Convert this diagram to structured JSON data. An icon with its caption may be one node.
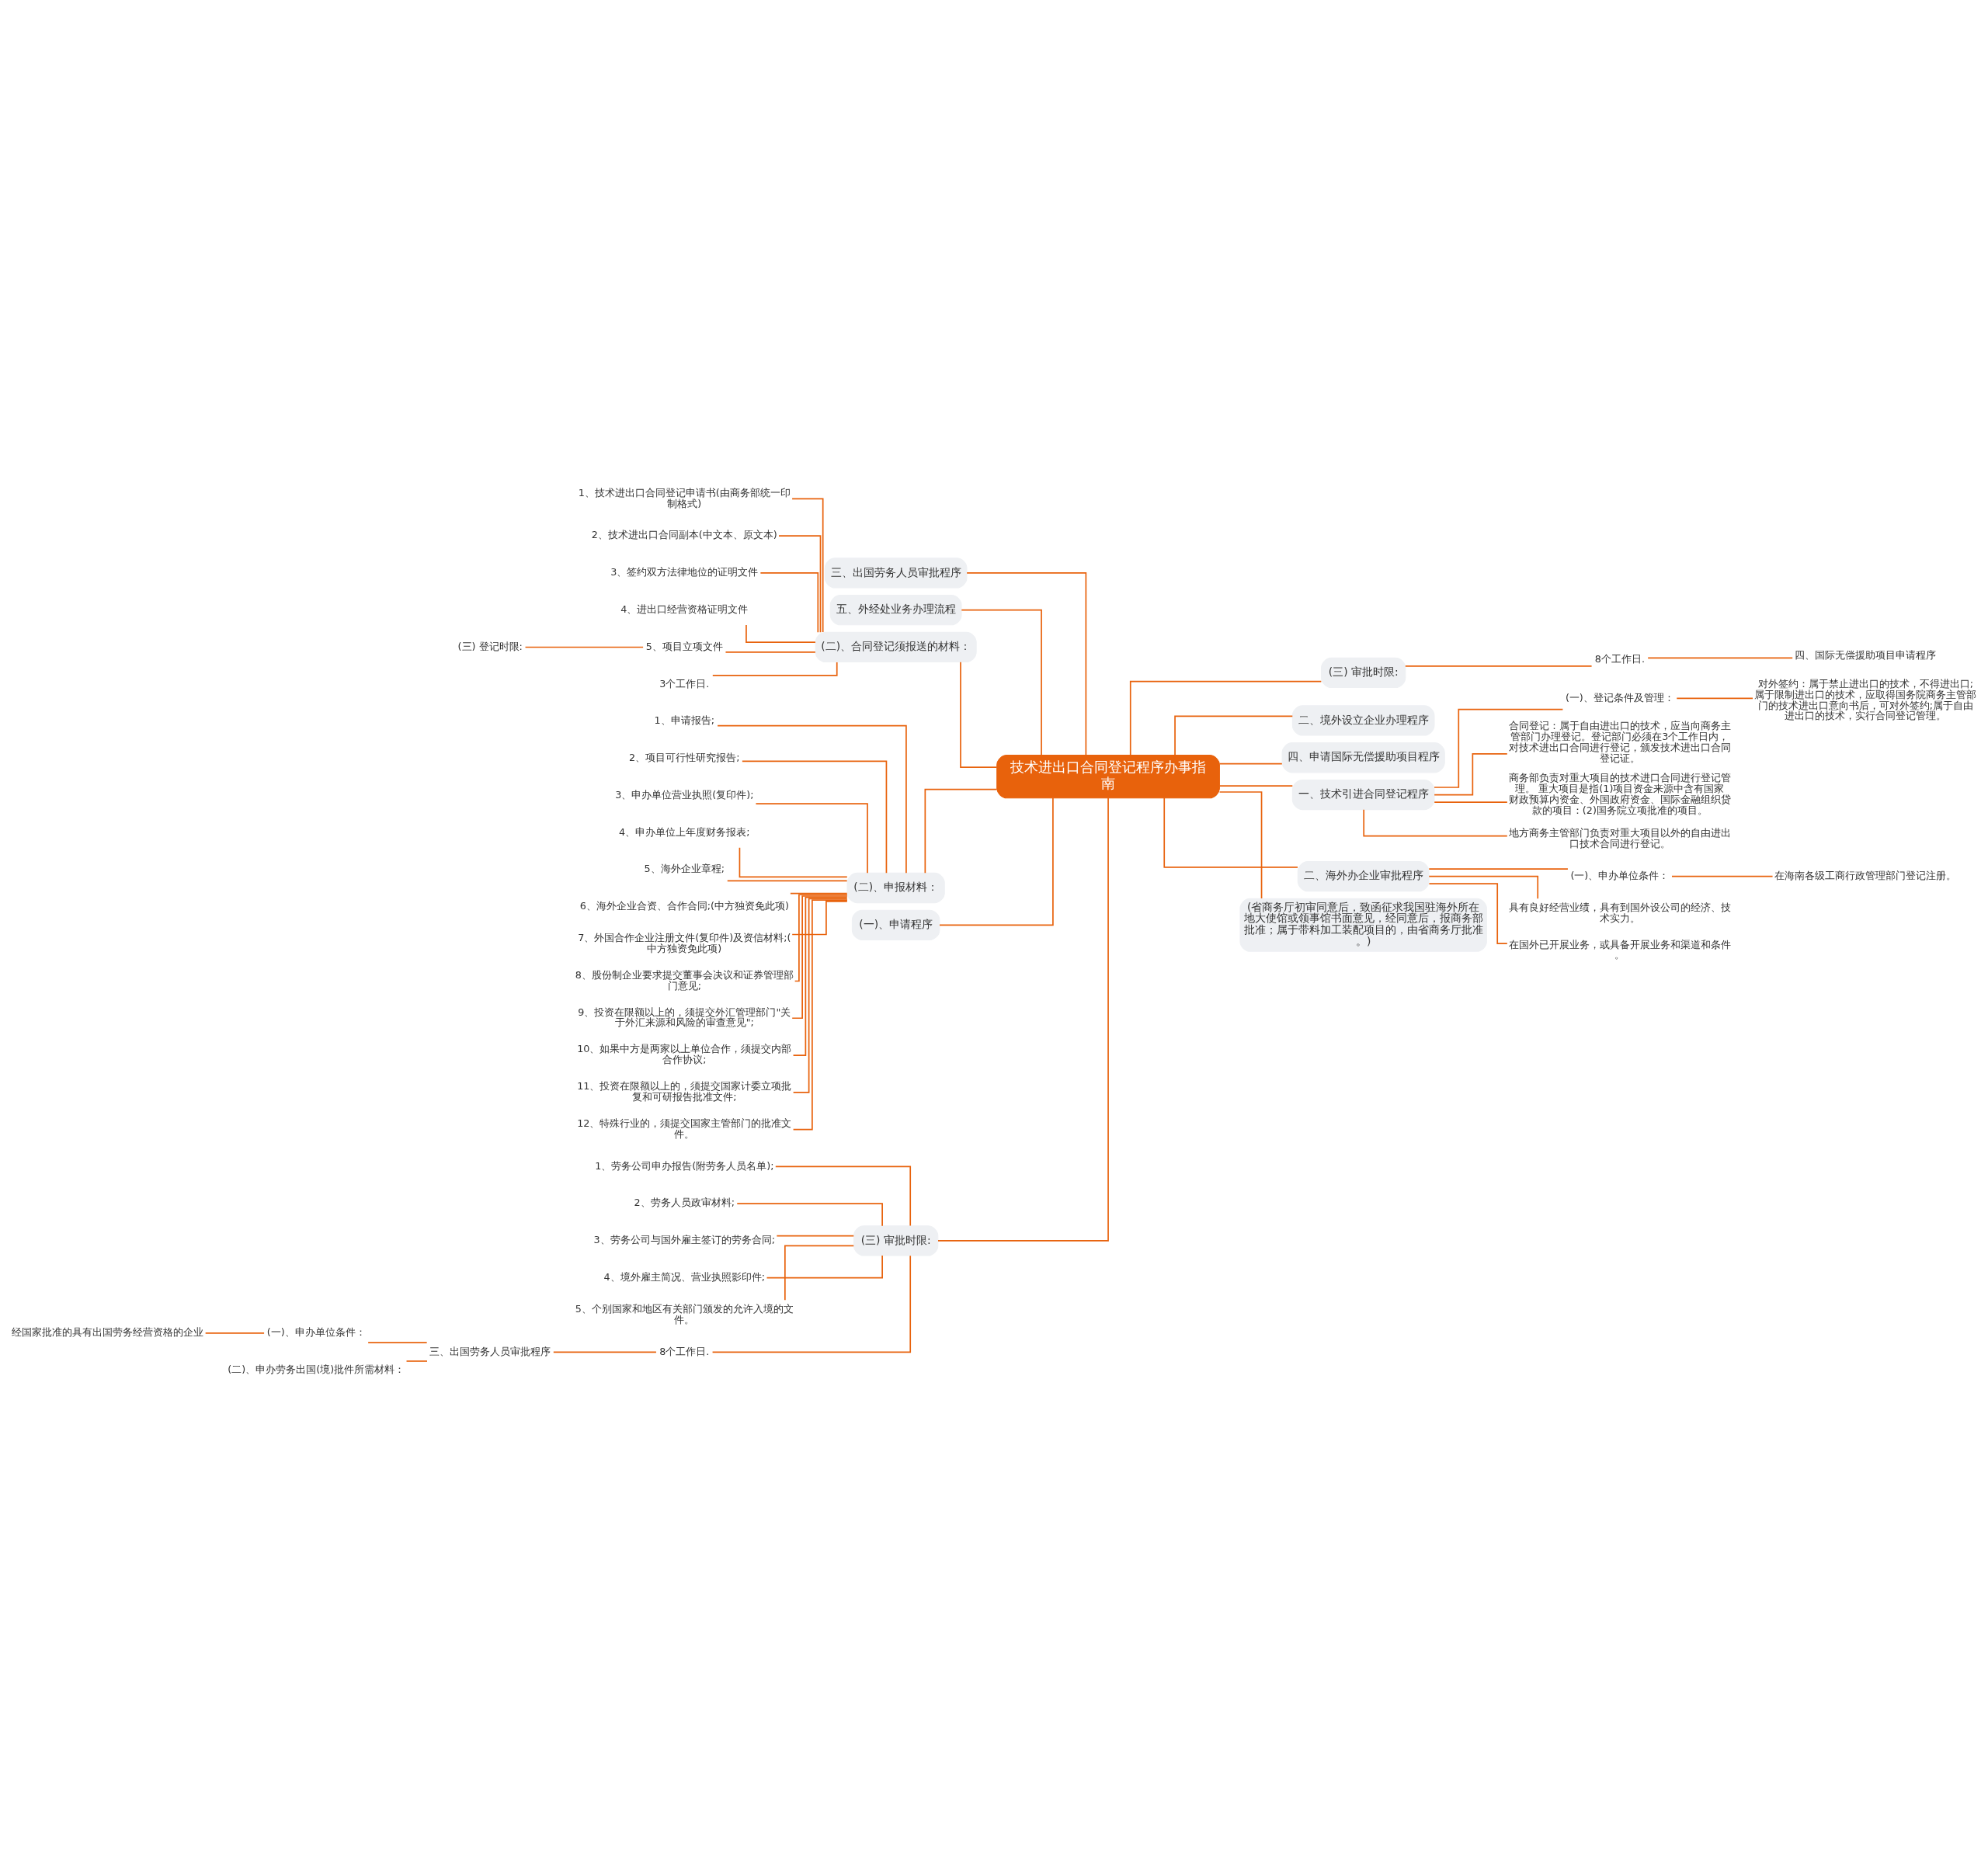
{
  "diagram": {
    "nodes": [
      {
        "text": [
          "技术进出口合同登记程序办事指南"
        ]
      },
      {
        "text": [
          "三、出国劳务人员审批程序"
        ]
      },
      {
        "text": [
          "五、外经处业务办理流程"
        ]
      },
      {
        "text": [
          "(二)、合同登记须报送的材料："
        ]
      },
      {
        "text": [
          "1、技术进出口合同登记申请书(由商务部统一印制格式)"
        ]
      },
      {
        "text": [
          "2、技术进出口合同副本(中文本、原文本)"
        ]
      },
      {
        "text": [
          "3、签约双方法律地位的证明文件"
        ]
      },
      {
        "text": [
          "4、进出口经营资格证明文件"
        ]
      },
      {
        "text": [
          "5、项目立项文件"
        ]
      },
      {
        "text": [
          "(三) 登记时限:"
        ]
      },
      {
        "text": [
          "3个工作日."
        ]
      },
      {
        "text": [
          "(二)、申报材料："
        ]
      },
      {
        "text": [
          "1、申请报告;"
        ]
      },
      {
        "text": [
          "2、项目可行性研究报告;"
        ]
      },
      {
        "text": [
          "3、申办单位营业执照(复印件);"
        ]
      },
      {
        "text": [
          "4、申办单位上年度财务报表;"
        ]
      },
      {
        "text": [
          "5、海外企业章程;"
        ]
      },
      {
        "text": [
          "6、海外企业合资、合作合同;(中方独资免此项)"
        ]
      },
      {
        "text": [
          "7、外国合作企业注册文件(复印件)及资信材料;(中方独资免此项)"
        ]
      },
      {
        "text": [
          "8、股份制企业要求提交董事会决议和证券管理部门意见;"
        ]
      },
      {
        "text": [
          "9、投资在限额以上的，须提交外汇管理部门\"关于外汇来源和风险的审查意见\";"
        ]
      },
      {
        "text": [
          "10、如果中方是两家以上单位合作，须提交内部合作协议;"
        ]
      },
      {
        "text": [
          "11、投资在限额以上的，须提交国家计委立项批复和可研报告批准文件;"
        ]
      },
      {
        "text": [
          "12、特殊行业的，须提交国家主管部门的批准文件。"
        ]
      },
      {
        "text": [
          "(三) 审批时限:"
        ]
      },
      {
        "text": [
          "8个工作日."
        ]
      },
      {
        "text": [
          "三、出国劳务人员审批程序"
        ]
      },
      {
        "text": [
          "(一)、申办单位条件："
        ]
      },
      {
        "text": [
          "经国家批准的具有出国劳务经营资格的企业"
        ]
      },
      {
        "text": [
          "(二)、申办劳务出国(境)批件所需材料："
        ]
      },
      {
        "text": [
          "1、劳务公司申办报告(附劳务人员名单);"
        ]
      },
      {
        "text": [
          "2、劳务人员政审材料;"
        ]
      },
      {
        "text": [
          "3、劳务公司与国外雇主签订的劳务合同;"
        ]
      },
      {
        "text": [
          "4、境外雇主简况、营业执照影印件;"
        ]
      },
      {
        "text": [
          "5、个别国家和地区有关部门颁发的允许入境的文件。"
        ]
      },
      {
        "text": [
          "(一)、申请程序"
        ]
      },
      {
        "text": [
          "二、境外设立企业办理程序"
        ]
      },
      {
        "text": [
          "四、申请国际无偿援助项目程序"
        ]
      },
      {
        "text": [
          "一、技术引进合同登记程序"
        ]
      },
      {
        "text": [
          "(一)、登记条件及管理："
        ]
      },
      {
        "text": [
          "对外签约：属于禁止进出口的技术，不得进出口;属于限制进出口的技术，应取得国务院商务主管部门的技术进出口意向书后，可对外签约;属于自由进出口的技术，实行合同登记管理。"
        ]
      },
      {
        "text": [
          "合同登记：属于自由进出口的技术，应当向商务主管部门办理登记。登记部门必须在3个工作日内，对技术进出口合同进行登记，颁发技术进出口合同登记证。"
        ]
      },
      {
        "text": [
          "商务部负责对重大项目的技术进口合同进行登记管理。 重大项目是指(1)项目资金来源中含有国家财政预算内资金、外国政府资金、国际金融组织贷款的项目：(2)国务院立项批准的项目。"
        ]
      },
      {
        "text": [
          "地方商务主管部门负责对重大项目以外的自由进出口技术合同进行登记。"
        ]
      },
      {
        "text": [
          "二、海外办企业审批程序"
        ]
      },
      {
        "text": [
          "(一)、申办单位条件："
        ]
      },
      {
        "text": [
          "在海南各级工商行政管理部门登记注册。"
        ]
      },
      {
        "text": [
          "具有良好经营业绩，具有到国外设公司的经济、技术实力。"
        ]
      },
      {
        "text": [
          "在国外已开展业务，或具备开展业务和渠道和条件。"
        ]
      },
      {
        "text": [
          "(省商务厅初审同意后，致函征求我国驻海外所在地大使馆或领事馆书面意见，经同意后，报商务部批准；属于带料加工装配项目的，由省商务厅批准。)"
        ]
      },
      {
        "text": [
          "(三) 审批时限:"
        ]
      },
      {
        "text": [
          "8个工作日."
        ]
      },
      {
        "text": [
          "四、国际无偿援助项目申请程序"
        ]
      }
    ],
    "edges": [
      {
        "from": 0,
        "to": 1,
        "arrow": "none"
      },
      {
        "from": 0,
        "to": 2,
        "arrow": "none"
      },
      {
        "from": 0,
        "to": 3,
        "arrow": "none"
      },
      {
        "from": 3,
        "to": 4,
        "arrow": "none"
      },
      {
        "from": 3,
        "to": 5,
        "arrow": "none"
      },
      {
        "from": 3,
        "to": 6,
        "arrow": "none"
      },
      {
        "from": 3,
        "to": 7,
        "arrow": "none"
      },
      {
        "from": 3,
        "to": 8,
        "arrow": "none"
      },
      {
        "from": 8,
        "to": 9,
        "arrow": "none"
      },
      {
        "from": 3,
        "to": 10,
        "arrow": "none"
      },
      {
        "from": 0,
        "to": 11,
        "arrow": "none"
      },
      {
        "from": 11,
        "to": 12,
        "arrow": "none"
      },
      {
        "from": 11,
        "to": 13,
        "arrow": "none"
      },
      {
        "from": 11,
        "to": 14,
        "arrow": "none"
      },
      {
        "from": 11,
        "to": 15,
        "arrow": "none"
      },
      {
        "from": 11,
        "to": 16,
        "arrow": "none"
      },
      {
        "from": 11,
        "to": 17,
        "arrow": "none"
      },
      {
        "from": 11,
        "to": 18,
        "arrow": "none"
      },
      {
        "from": 11,
        "to": 19,
        "arrow": "none"
      },
      {
        "from": 11,
        "to": 20,
        "arrow": "none"
      },
      {
        "from": 11,
        "to": 21,
        "arrow": "none"
      },
      {
        "from": 11,
        "to": 22,
        "arrow": "none"
      },
      {
        "from": 11,
        "to": 23,
        "arrow": "none"
      },
      {
        "from": 0,
        "to": 50,
        "arrow": "none"
      },
      {
        "from": 50,
        "to": 51,
        "arrow": "none"
      },
      {
        "from": 51,
        "to": 26,
        "arrow": "none"
      },
      {
        "from": 26,
        "to": 27,
        "arrow": "none"
      },
      {
        "from": 27,
        "to": 28,
        "arrow": "none"
      },
      {
        "from": 26,
        "to": 29,
        "arrow": "none"
      },
      {
        "from": 50,
        "to": 30,
        "arrow": "none"
      },
      {
        "from": 50,
        "to": 31,
        "arrow": "none"
      },
      {
        "from": 50,
        "to": 32,
        "arrow": "none"
      },
      {
        "from": 50,
        "to": 33,
        "arrow": "none"
      },
      {
        "from": 50,
        "to": 34,
        "arrow": "none"
      },
      {
        "from": 0,
        "to": 35,
        "arrow": "none"
      },
      {
        "from": 0,
        "to": 36,
        "arrow": "none"
      },
      {
        "from": 0,
        "to": 37,
        "arrow": "none"
      },
      {
        "from": 0,
        "to": 38,
        "arrow": "none"
      },
      {
        "from": 38,
        "to": 39,
        "arrow": "none"
      },
      {
        "from": 39,
        "to": 40,
        "arrow": "none"
      },
      {
        "from": 38,
        "to": 41,
        "arrow": "none"
      },
      {
        "from": 38,
        "to": 42,
        "arrow": "none"
      },
      {
        "from": 38,
        "to": 43,
        "arrow": "none"
      },
      {
        "from": 0,
        "to": 44,
        "arrow": "none"
      },
      {
        "from": 44,
        "to": 45,
        "arrow": "none"
      },
      {
        "from": 45,
        "to": 46,
        "arrow": "none"
      },
      {
        "from": 44,
        "to": 47,
        "arrow": "none"
      },
      {
        "from": 44,
        "to": 48,
        "arrow": "none"
      },
      {
        "from": 0,
        "to": 49,
        "arrow": "none"
      },
      {
        "from": 0,
        "to": 24,
        "arrow": "none"
      },
      {
        "from": 24,
        "to": 25,
        "arrow": "none"
      },
      {
        "from": 25,
        "to": 52,
        "arrow": "none"
      }
    ]
  }
}
